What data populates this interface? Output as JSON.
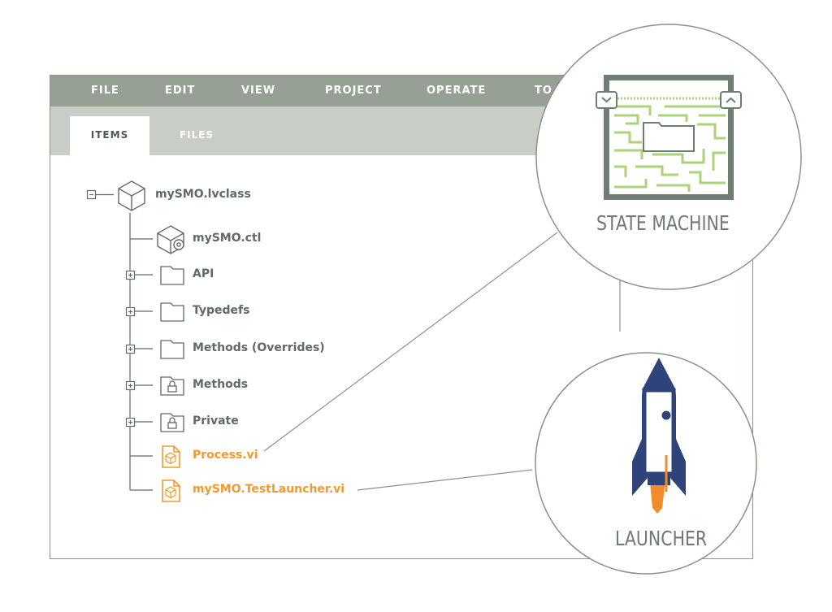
{
  "menu": [
    "FILE",
    "EDIT",
    "VIEW",
    "PROJECT",
    "OPERATE",
    "TO"
  ],
  "tabs": [
    {
      "label": "ITEMS",
      "active": true
    },
    {
      "label": "FILES",
      "active": false
    }
  ],
  "tree": {
    "root": "mySMO.lvclass",
    "items": [
      {
        "label": "mySMO.ctl",
        "icon": "control-cube-icon",
        "expandable": false,
        "highlight": false
      },
      {
        "label": "API",
        "icon": "folder-icon",
        "expandable": true,
        "highlight": false
      },
      {
        "label": "Typedefs",
        "icon": "folder-icon",
        "expandable": true,
        "highlight": false
      },
      {
        "label": "Methods (Overrides)",
        "icon": "folder-icon",
        "expandable": true,
        "highlight": false
      },
      {
        "label": "Methods",
        "icon": "locked-folder-icon",
        "expandable": true,
        "highlight": false
      },
      {
        "label": "Private",
        "icon": "locked-folder-icon",
        "expandable": true,
        "highlight": false
      },
      {
        "label": "Process.vi",
        "icon": "vi-file-icon",
        "expandable": false,
        "highlight": true
      },
      {
        "label": "mySMO.TestLauncher.vi",
        "icon": "vi-file-icon",
        "expandable": false,
        "highlight": true
      }
    ]
  },
  "callouts": {
    "state_machine": "STATE MACHINE",
    "launcher": "LAUNCHER"
  },
  "colors": {
    "menubar": "#97a095",
    "tabbar": "#c8cdc6",
    "text": "#5f6b63",
    "highlight": "#f29a2e",
    "maze": "#a9d47a",
    "rocket_blue": "#2e4379",
    "flame": "#f28c28"
  }
}
